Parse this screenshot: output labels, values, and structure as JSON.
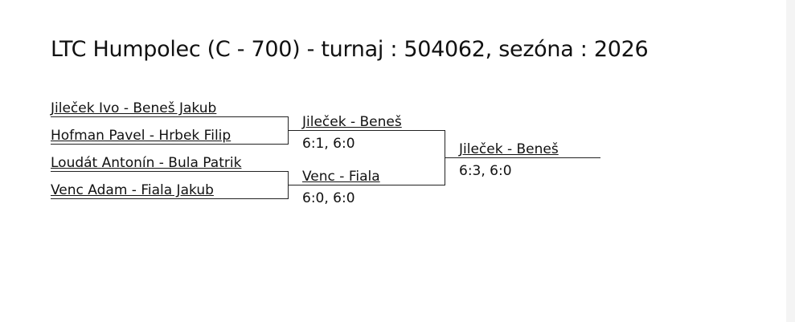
{
  "title": "LTC Humpolec (C - 700) - turnaj : 504062, sezóna : 2026",
  "round1": [
    "Jileček Ivo - Beneš Jakub",
    "Hofman Pavel - Hrbek Filip",
    "Loudát Antonín - Bula Patrik",
    "Venc Adam - Fiala Jakub"
  ],
  "round2": [
    {
      "name": "Jileček - Beneš",
      "score": "6:1, 6:0"
    },
    {
      "name": "Venc - Fiala",
      "score": "6:0, 6:0"
    }
  ],
  "final": {
    "name": "Jileček - Beneš",
    "score": "6:3, 6:0"
  }
}
